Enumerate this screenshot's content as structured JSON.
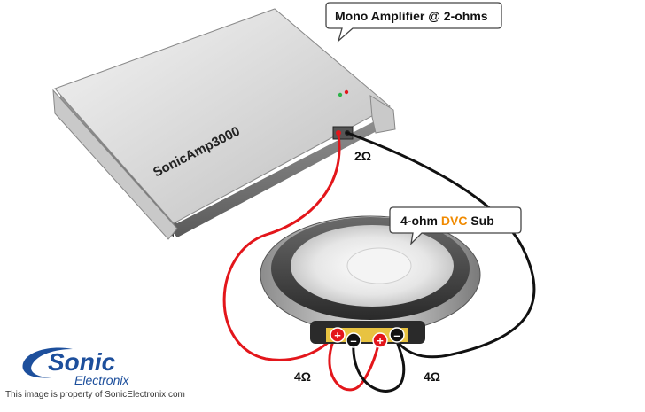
{
  "callouts": {
    "amplifier": "Mono Amplifier @ 2-ohms",
    "sub_prefix": "4-ohm ",
    "sub_highlight": "DVC",
    "sub_suffix": " Sub"
  },
  "amp": {
    "brand": "SonicAmp3000"
  },
  "impedance": {
    "amp_load": "2Ω",
    "left_coil": "4Ω",
    "right_coil": "4Ω"
  },
  "terminals": {
    "plus": "+",
    "minus": "–"
  },
  "logo": {
    "main": "Sonic",
    "sub": "Electronix"
  },
  "watermark": "This image is property of SonicElectronix.com",
  "colors": {
    "positive_wire": "#e3161b",
    "negative_wire": "#111111",
    "accent": "#f08a00",
    "logo_blue": "#1d4f9c"
  },
  "icons": [
    "speaker-icon",
    "amplifier-icon",
    "sonic-logo-icon"
  ]
}
